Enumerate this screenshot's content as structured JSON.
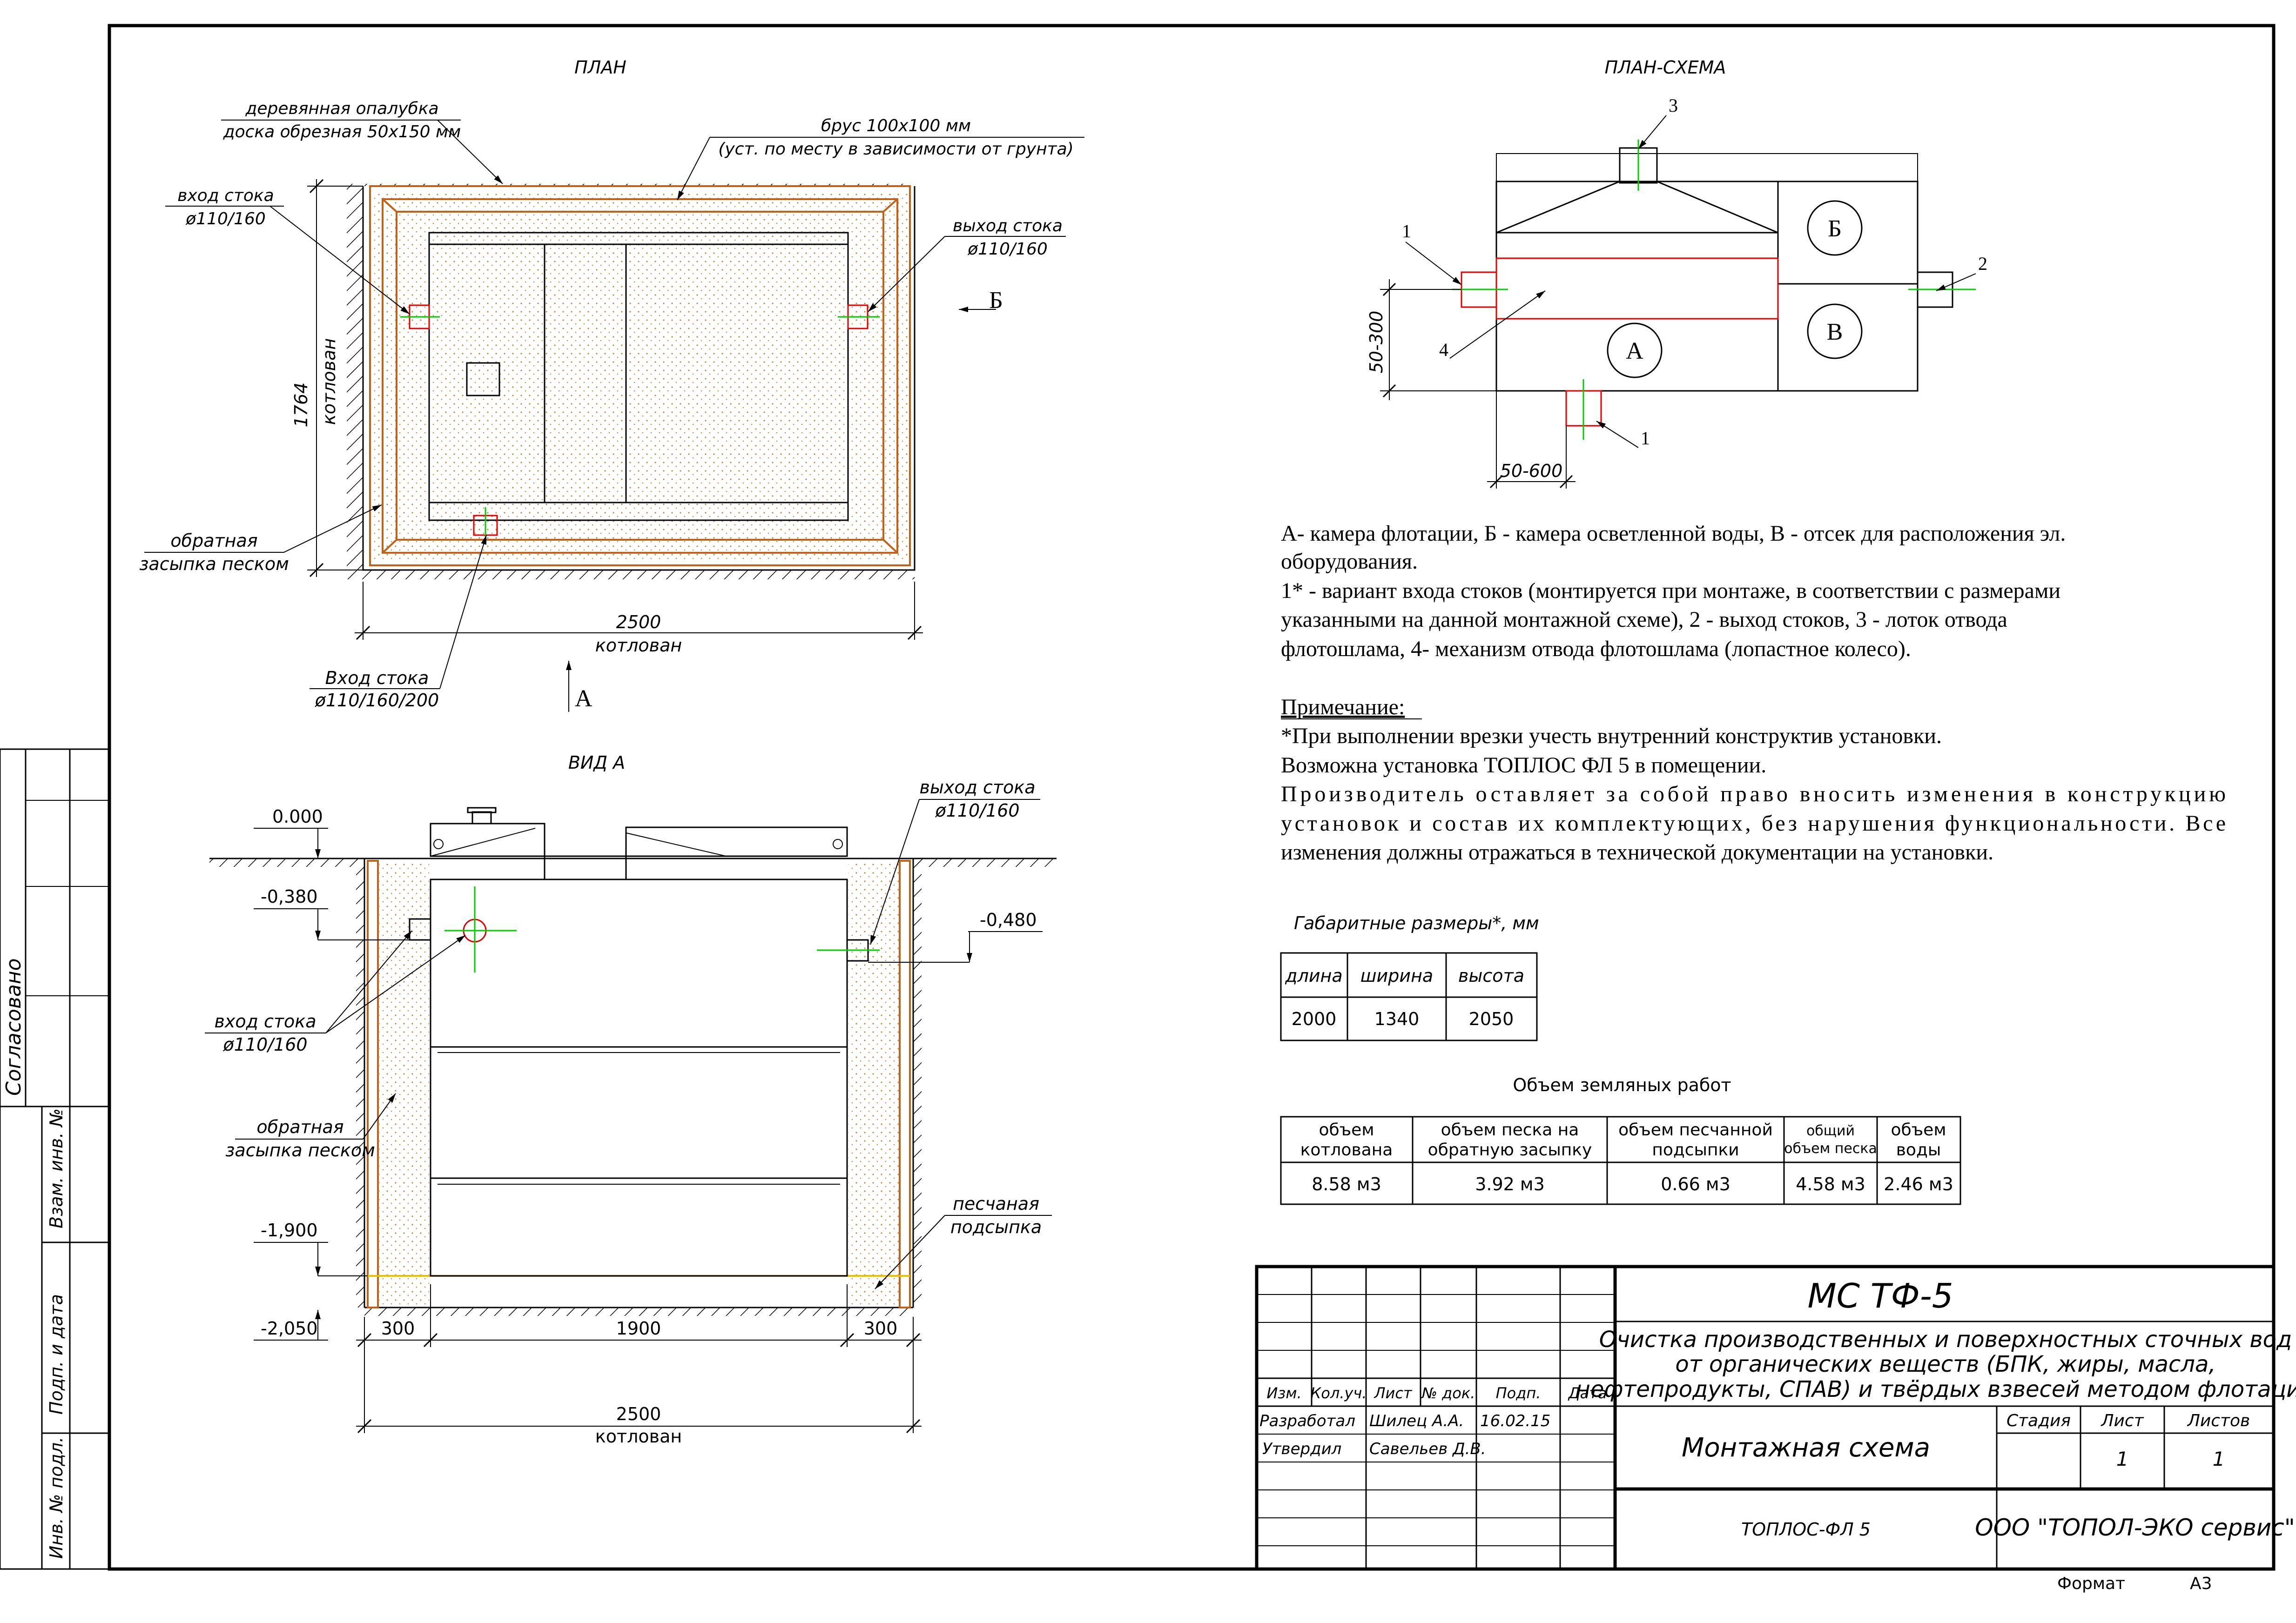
{
  "plan": {
    "title": "ПЛАН",
    "formwork_l1": "деревянная опалубка",
    "formwork_l2": "доска обрезная 50х150 мм",
    "beam_l1": "брус 100х100 мм",
    "beam_l2": "(уст. по месту в зависимости от грунта)",
    "inlet_l1": "вход стока",
    "inlet_l2": "ø110/160",
    "outlet_l1": "выход стока",
    "outlet_l2": "ø110/160",
    "section_b": "Б",
    "dim_v_val": "1764",
    "dim_v_lbl": "котлован",
    "backfill_l1": "обратная",
    "backfill_l2": "засыпка песком",
    "dim_h_val": "2500",
    "dim_h_lbl": "котлован",
    "inlet2_l1": "Вход стока",
    "inlet2_l2": "ø110/160/200",
    "section_a": "А"
  },
  "scheme": {
    "title": "ПЛАН-СХЕМА",
    "m1": "1",
    "m1b": "1",
    "m2": "2",
    "m3": "3",
    "m4": "4",
    "ca": "А",
    "cb": "Б",
    "cv": "В",
    "dim_v": "50-300",
    "dim_h": "50-600"
  },
  "notes": {
    "legend": [
      "А- камера флотации, Б - камера осветленной воды, В - отсек для расположения эл.",
      "оборудования.",
      "1* - вариант входа  стоков (монтируется при монтаже, в соответствии с размерами",
      "указанными на данной монтажной схеме), 2 - выход стоков, 3 - лоток отвода",
      "флотошлама, 4- механизм отвода флотошлама (лопастное колесо)."
    ],
    "note_title": "Примечание:",
    "note_lines": [
      "*При выполнении врезки учесть внутренний конструктив установки.",
      "Возможна установка ТОПЛОС ФЛ 5 в помещении.",
      "Производитель  оставляет  за  собой  право  вносить  изменения  в  конструкцию",
      "установок  и  состав  их  комплектующих,  без  нарушения  функциональности.  Все",
      "изменения должны отражаться в технической документации на установки."
    ]
  },
  "dims_table": {
    "title": "Габаритные размеры*, мм",
    "headers": [
      "длина",
      "ширина",
      "высота"
    ],
    "values": [
      "2000",
      "1340",
      "2050"
    ]
  },
  "earth_table": {
    "title": "Объем земляных работ",
    "h1": [
      "объем",
      "объем песка на",
      "объем песчанной",
      "общий",
      "объем"
    ],
    "h2": [
      "котлована",
      "обратную засыпку",
      "подсыпки",
      "объем песка",
      "воды"
    ],
    "values": [
      "8.58 м3",
      "3.92 м3",
      "0.66 м3",
      "4.58 м3",
      "2.46 м3"
    ]
  },
  "view_a": {
    "title": "ВИД А",
    "lvl_0": "0.000",
    "lvl_038": "-0,380",
    "lvl_048": "-0,480",
    "lvl_19": "-1,900",
    "lvl_205": "-2,050",
    "outlet_l1": "выход стока",
    "outlet_l2": "ø110/160",
    "inlet_l1": "вход стока",
    "inlet_l2": "ø110/160",
    "backfill_l1": "обратная",
    "backfill_l2": "засыпка песком",
    "sand_l1": "песчаная",
    "sand_l2": "подсыпка",
    "d300a": "300",
    "d1900": "1900",
    "d300b": "300",
    "d2500": "2500",
    "d2500_lbl": "котлован"
  },
  "stamp": {
    "code": "МС ТФ-5",
    "desc": [
      "Очистка производственных и поверхностных сточных вод",
      "от органических веществ (БПК, жиры, масла,",
      "нефтепродукты, СПАВ) и твёрдых взвесей методом флотации"
    ],
    "hdr": [
      "Изм.",
      "Кол.уч.",
      "Лист",
      "№ док.",
      "Подп.",
      "Дата"
    ],
    "role1": "Разработал",
    "name1": "Шилец А.А.",
    "date1": "16.02.15",
    "role2": "Утвердил",
    "name2": "Савельев Д.В.",
    "sheet_title": "Монтажная схема",
    "stage_lbl": "Стадия",
    "sheet_lbl": "Лист",
    "sheets_lbl": "Листов",
    "sheet_val": "1",
    "sheets_val": "1",
    "product": "ТОПЛОС-ФЛ 5",
    "org": "ООО \"ТОПОЛ-ЭКО сервис\"",
    "format_lbl": "Формат",
    "format_val": "А3"
  },
  "side": {
    "agreed": "Согласовано",
    "inv_replace": "Взам. инв. №",
    "sign_date": "Подп. и дата",
    "inv_orig": "Инв. № подл."
  },
  "colors": {
    "tank": "#00ff00",
    "wood": "#c0621a",
    "pipe": "#e00000",
    "axis": "#00cc00",
    "sand": "#e6c200"
  }
}
